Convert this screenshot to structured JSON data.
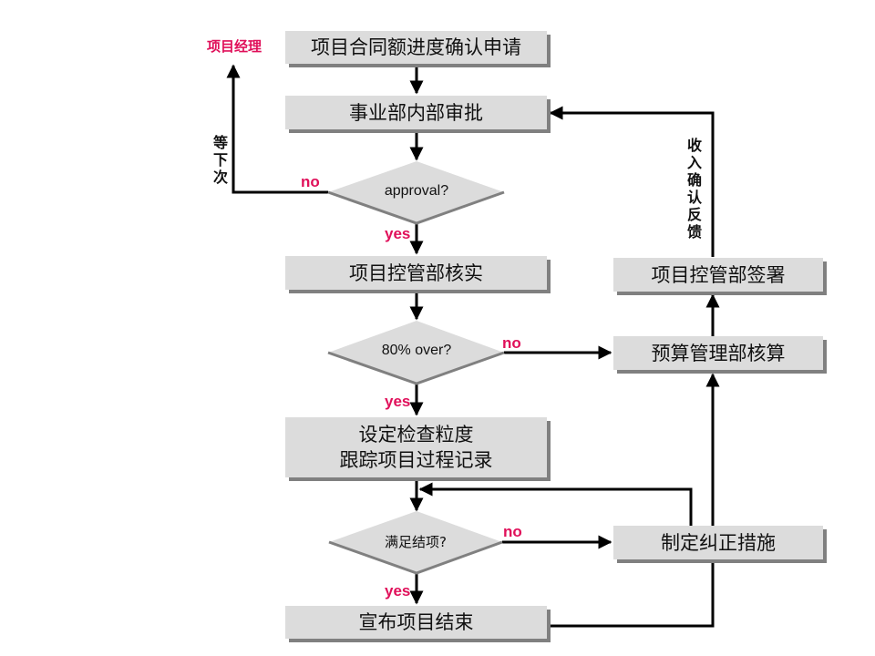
{
  "diagram": {
    "type": "flowchart",
    "colors": {
      "box_fill": "#dcdcdc",
      "box_shadow": "#808080",
      "label_accent": "#e0105a",
      "line": "#000000"
    },
    "actor_label": "项目经理",
    "wait_label": "等下次",
    "feedback_label": "收入确认反馈",
    "nodes": {
      "apply": "项目合同额进度确认申请",
      "dept_approval": "事业部内部审批",
      "decision_approval": "approval?",
      "verify": "项目控管部核实",
      "decision_80": "80% over?",
      "setup_line1": "设定检查粒度",
      "setup_line2": "跟踪项目过程记录",
      "decision_close": "满足结项?",
      "close": "宣布项目结束",
      "sign": "项目控管部签署",
      "budget": "预算管理部核算",
      "corrective": "制定纠正措施"
    },
    "edge_labels": {
      "approval_no": "no",
      "approval_yes": "yes",
      "over_no": "no",
      "over_yes": "yes",
      "close_no": "no",
      "close_yes": "yes"
    }
  }
}
